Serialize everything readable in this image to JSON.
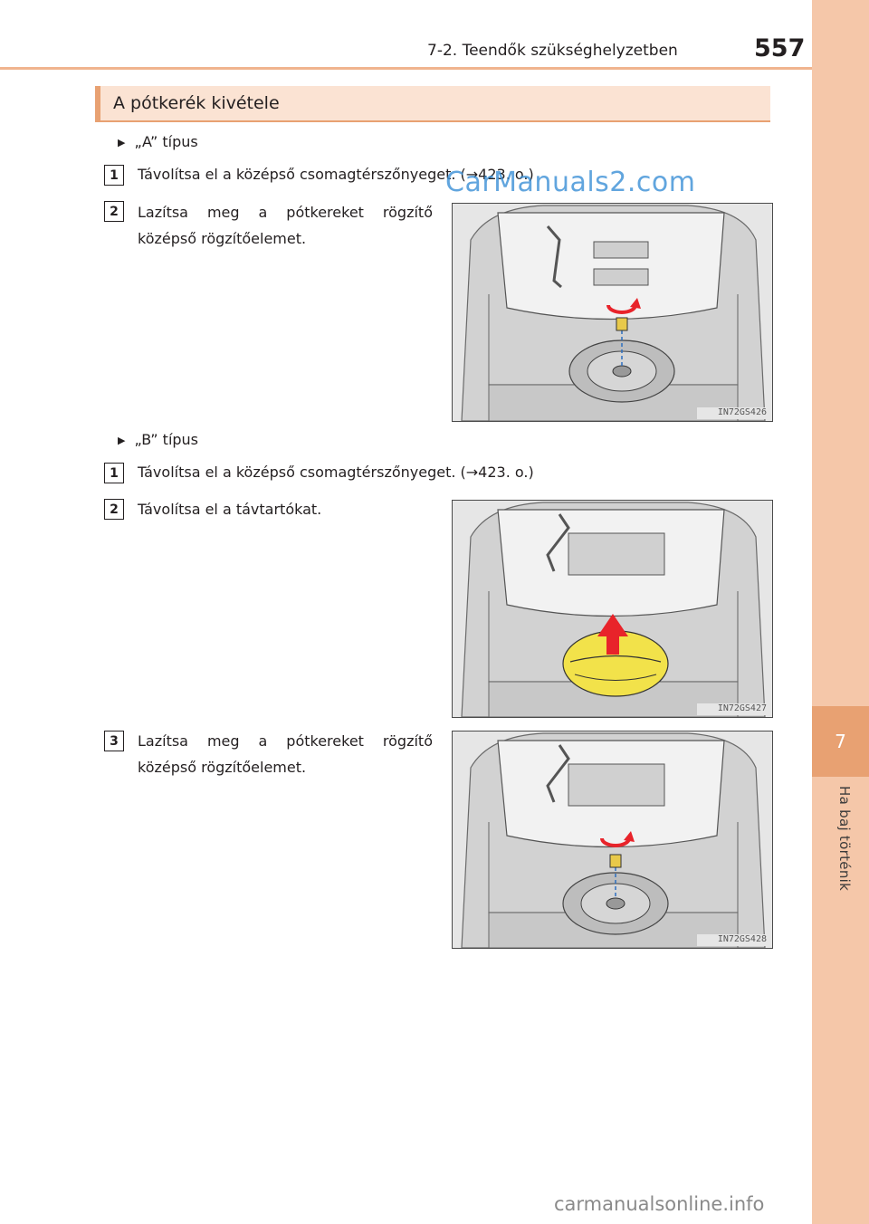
{
  "header": {
    "chapter_path": "7-2. Teendők szükséghelyzetben",
    "page_number": "557"
  },
  "side_tab": {
    "number": "7",
    "label": "Ha baj történik"
  },
  "section": {
    "title": "A pótkerék kivétele"
  },
  "type_a": {
    "label": "„A” típus",
    "steps": [
      {
        "num": "1",
        "text": "Távolítsa el a középső csomagtérszőnyeget. (→423. o.)"
      },
      {
        "num": "2",
        "text": "Lazítsa meg a pótkereket rögzítő középső rögzítőelemet."
      }
    ],
    "figure_id": "IN72GS426"
  },
  "type_b": {
    "label": "„B” típus",
    "steps": [
      {
        "num": "1",
        "text": "Távolítsa el a középső csomagtérszőnyeget. (→423. o.)"
      },
      {
        "num": "2",
        "text": "Távolítsa el a távtartókat."
      },
      {
        "num": "3",
        "text": "Lazítsa meg a pótkereket rögzítő középső rögzítőelemet."
      }
    ],
    "figure_ids": [
      "IN72GS427",
      "IN72GS428"
    ]
  },
  "watermarks": {
    "top": "CarManuals2.com",
    "footer": "carmanualsonline.info"
  },
  "colors": {
    "accent": "#e8a172",
    "side_tab": "#f5c7a9",
    "section_bg": "#fbe3d3",
    "arrow_red": "#e8232a",
    "spacer_yellow": "#f2e24a"
  }
}
